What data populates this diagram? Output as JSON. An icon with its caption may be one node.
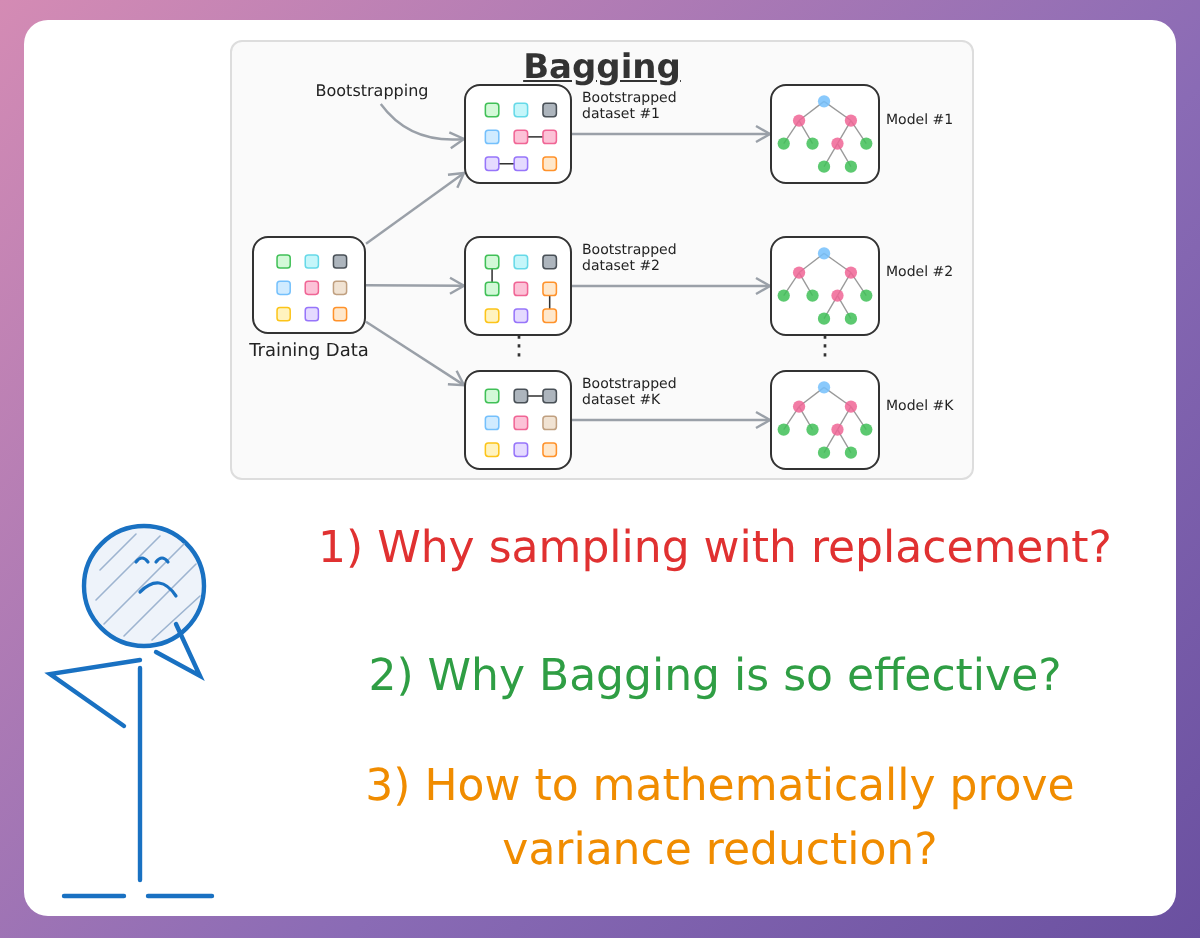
{
  "diagram": {
    "title": "Bagging",
    "nodes": [
      {
        "text": [
          "Bootstrapping"
        ]
      },
      {
        "text": [],
        "shape": "box",
        "beside": [
          "Training Data"
        ]
      },
      {
        "text": [],
        "shape": "box",
        "beside": [
          "Bootstrapped dataset #1"
        ]
      },
      {
        "text": [],
        "shape": "box",
        "beside": [
          "Bootstrapped dataset #2"
        ]
      },
      {
        "text": [],
        "shape": "box",
        "beside": [
          "Bootstrapped dataset #K"
        ]
      },
      {
        "text": [],
        "shape": "box",
        "beside": [
          "Model #1"
        ]
      },
      {
        "text": [],
        "shape": "box",
        "beside": [
          "Model #2"
        ]
      },
      {
        "text": [],
        "shape": "box",
        "beside": [
          "Model #K"
        ]
      }
    ],
    "edges": [
      {
        "from": 0,
        "to": 2,
        "arrow": "to"
      },
      {
        "from": 1,
        "to": 2,
        "arrow": "to"
      },
      {
        "from": 1,
        "to": 3,
        "arrow": "to"
      },
      {
        "from": 1,
        "to": 4,
        "arrow": "to"
      },
      {
        "from": 2,
        "to": 5,
        "arrow": "to"
      },
      {
        "from": 3,
        "to": 6,
        "arrow": "to"
      },
      {
        "from": 4,
        "to": 7,
        "arrow": "to"
      }
    ],
    "labels": [
      "⋮",
      "⋮",
      "1) Why sampling with replacement?",
      "2) Why Bagging is so effective?",
      "3) How to mathematically prove variance reduction?"
    ]
  }
}
